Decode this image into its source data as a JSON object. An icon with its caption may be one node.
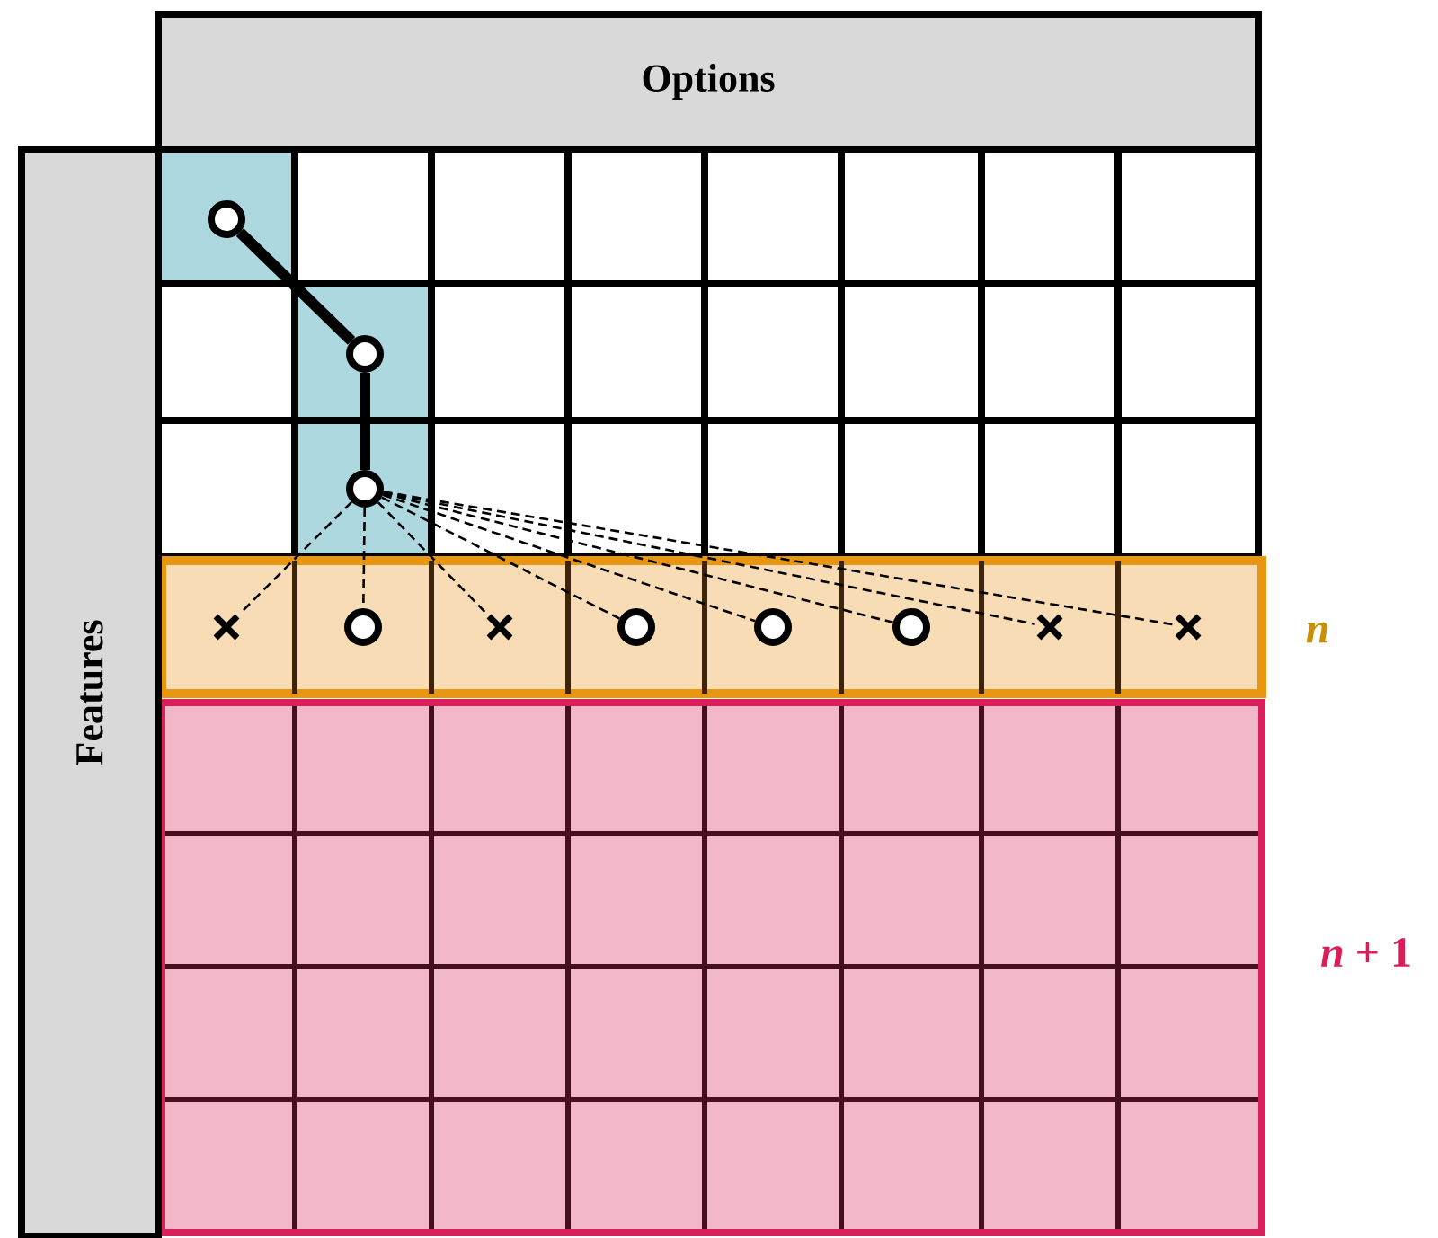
{
  "diagram": {
    "nodes": [
      {
        "text": [
          "Options"
        ]
      },
      {
        "text": [
          "Features"
        ]
      },
      {
        "text": [],
        "shape": "circle"
      },
      {
        "text": [],
        "shape": "circle"
      },
      {
        "text": [],
        "shape": "circle"
      },
      {
        "text": [],
        "shape": "cross"
      },
      {
        "text": [],
        "shape": "circle"
      },
      {
        "text": [],
        "shape": "cross"
      },
      {
        "text": [],
        "shape": "circle"
      },
      {
        "text": [],
        "shape": "circle"
      },
      {
        "text": [],
        "shape": "circle"
      },
      {
        "text": [],
        "shape": "cross"
      },
      {
        "text": [],
        "shape": "cross"
      }
    ],
    "edges": [
      {
        "from": 2,
        "to": 3,
        "arrow": "none",
        "style": "thick"
      },
      {
        "from": 3,
        "to": 4,
        "arrow": "none",
        "style": "thick"
      },
      {
        "from": 4,
        "to": 5,
        "arrow": "none",
        "style": "dashed"
      },
      {
        "from": 4,
        "to": 6,
        "arrow": "none",
        "style": "dashed"
      },
      {
        "from": 4,
        "to": 7,
        "arrow": "none",
        "style": "dashed"
      },
      {
        "from": 4,
        "to": 8,
        "arrow": "none",
        "style": "dashed"
      },
      {
        "from": 4,
        "to": 9,
        "arrow": "none",
        "style": "dashed"
      },
      {
        "from": 4,
        "to": 10,
        "arrow": "none",
        "style": "dashed"
      },
      {
        "from": 4,
        "to": 11,
        "arrow": "none",
        "style": "dashed"
      },
      {
        "from": 4,
        "to": 12,
        "arrow": "none",
        "style": "dashed"
      }
    ],
    "labels": [
      "*n*",
      "*n* + 1"
    ]
  }
}
